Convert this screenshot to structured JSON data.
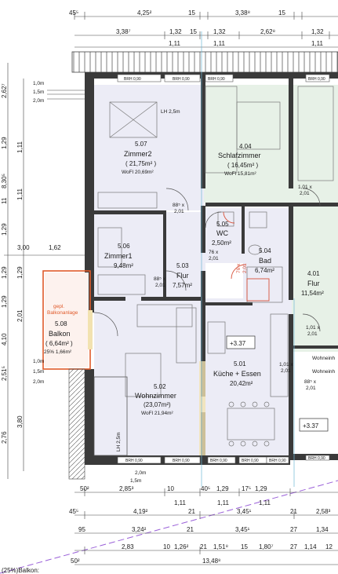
{
  "colors": {
    "wall": "#3a3a3a",
    "room_violet": "#ececf6",
    "room_green": "#e7f1e7",
    "balcony_red": "#e05a2a",
    "door_red": "#d8523a",
    "guideline_purple": "#9a60d8",
    "cyan_line": "#6fb7d4",
    "beam_yellow": "#f2e2b0"
  },
  "dims_top": {
    "r1": [
      "45⁵",
      "4,25²",
      "15",
      "3,38⁸",
      "15"
    ],
    "r2": [
      "3,38⁷",
      "1,32",
      "15",
      "1,32",
      "2,62⁸",
      "1,32"
    ],
    "r3": [
      "1,11",
      "1,11",
      "1,11"
    ]
  },
  "dims_left": {
    "heights": [
      "1,0m",
      "1,5m",
      "2,0m"
    ],
    "vertical": [
      "2,62⁷",
      "1,29",
      "8,30⁵",
      "11",
      "1,29",
      "1,11",
      "1,29",
      "1,11",
      "1,29",
      "2,01",
      "1,29",
      "4,10",
      "2,51⁵",
      "2,76",
      "3,80"
    ],
    "horizontal": [
      "3,00",
      "1,62"
    ]
  },
  "rooms": [
    {
      "num": "5.07",
      "name": "Zimmer2",
      "area_full": "( 21,75m² )",
      "wofl": "WoFl 20,69m²"
    },
    {
      "num": "4.04",
      "name": "Schlafzimmer",
      "area_full": "( 16,45m² )",
      "wofl": "WoFl 15,81m²"
    },
    {
      "num": "5.06",
      "name": "Zimmer1",
      "area": "9,48m²"
    },
    {
      "num": "5.05",
      "name": "WC",
      "area": "2,50m²"
    },
    {
      "num": "5.04",
      "name": "Bad",
      "area": "6,74m²"
    },
    {
      "num": "5.03",
      "name": "Flur",
      "area": "7,57m²"
    },
    {
      "num": "4.01",
      "name": "Flur",
      "area": "11,54m²"
    },
    {
      "num": "5.08",
      "name": "Balkon",
      "area_full": "( 6,64m² )",
      "wofl": "25% 1,66m²"
    },
    {
      "num": "5.01",
      "name": "Küche + Essen",
      "area": "20,42m²"
    },
    {
      "num": "5.02",
      "name": "Wohnzimmer",
      "area_full": "(23,07m²)",
      "wofl": "WoFl 21,94m²"
    }
  ],
  "labels": {
    "lh25_top": "LH 2,5m",
    "lh25_side": "LH 2,5m",
    "gepl_balkon": [
      "gepl.",
      "Balkonanlage"
    ],
    "wohneinh": "Wohneinh",
    "level_mark": "+3.37",
    "h_1_5": "1,5m",
    "h_2_0": "2,0m"
  },
  "windows": [
    "BRH 0,90",
    "BRH 0,90",
    "BRH 0,90",
    "BRH 0,90",
    "BRH 0,90",
    "BRH 0,90",
    "BRH 0,90",
    "BRH 0,90",
    "BRH 0,90",
    "BRH 0,90"
  ],
  "doors": {
    "d1": [
      "88⁵ x",
      "2,01"
    ],
    "d2": [
      "88⁵ x",
      "2,01"
    ],
    "d3": [
      "76 x",
      "2,01"
    ],
    "d4": [
      "76 x",
      "2,01"
    ],
    "d5": [
      "1,01 x",
      "2,01"
    ],
    "d6": [
      "1,01 x",
      "2,01"
    ],
    "d7": [
      "1,01 x",
      "2,01"
    ],
    "d8": [
      "88⁵ x",
      "2,01"
    ]
  },
  "dims_bottom": {
    "r1": [
      "50²",
      "2,85³",
      "10",
      "40⁵",
      "1,29",
      "17⁵",
      "1,29"
    ],
    "r1b": [
      "1,11",
      "1,11",
      "1,11"
    ],
    "r2": [
      "45⁵",
      "4,19²",
      "21",
      "3,45¹",
      "21",
      "2,58³"
    ],
    "r3": [
      "95",
      "3,24²",
      "21",
      "3,45¹",
      "27",
      "1,34"
    ],
    "r4": [
      "2,83",
      "10",
      "1,26²",
      "21",
      "1,51⁸",
      "15",
      "1,80⁷",
      "27",
      "1,14",
      "12"
    ],
    "r5": [
      "50²",
      "13,48⁸"
    ],
    "footer": "(25%)Balkon:"
  }
}
